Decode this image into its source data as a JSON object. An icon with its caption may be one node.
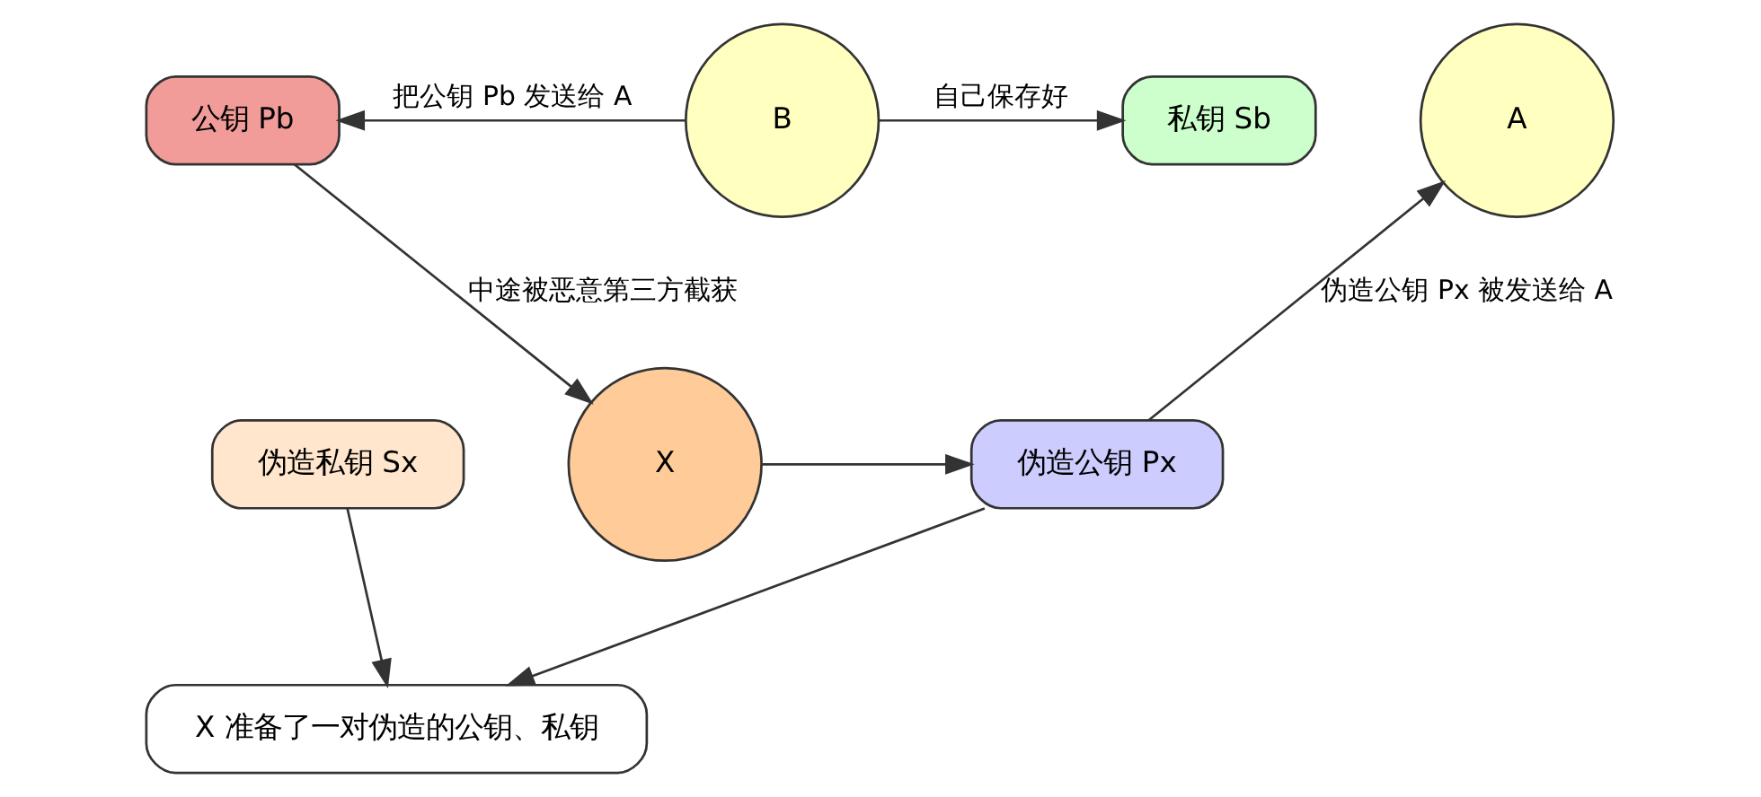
{
  "diagram": {
    "nodes": [
      {
        "text": [
          "A"
        ]
      },
      {
        "text": [
          "公钥 Pb"
        ]
      },
      {
        "text": [
          "B"
        ]
      },
      {
        "text": [
          "私钥 Sb"
        ]
      },
      {
        "text": [
          "X"
        ]
      },
      {
        "text": [
          "伪造公钥 Px"
        ]
      },
      {
        "text": [
          "伪造私钥 Sx"
        ]
      },
      {
        "text": [
          "X 准备了一对伪造的公钥、私钥"
        ]
      }
    ],
    "edges": [
      {
        "from": 2,
        "to": 1,
        "arrow": "to",
        "label": "把公钥 Pb 发送给 A"
      },
      {
        "from": 2,
        "to": 3,
        "arrow": "to",
        "label": "自己保存好"
      },
      {
        "from": 1,
        "to": 4,
        "arrow": "to",
        "label": "中途被恶意第三方截获"
      },
      {
        "from": 4,
        "to": 5,
        "arrow": "to"
      },
      {
        "from": 5,
        "to": 0,
        "arrow": "to",
        "label": "伪造公钥 Px 被发送给 A"
      },
      {
        "from": 5,
        "to": 7,
        "arrow": "to"
      },
      {
        "from": 6,
        "to": 7,
        "arrow": "to"
      }
    ]
  }
}
